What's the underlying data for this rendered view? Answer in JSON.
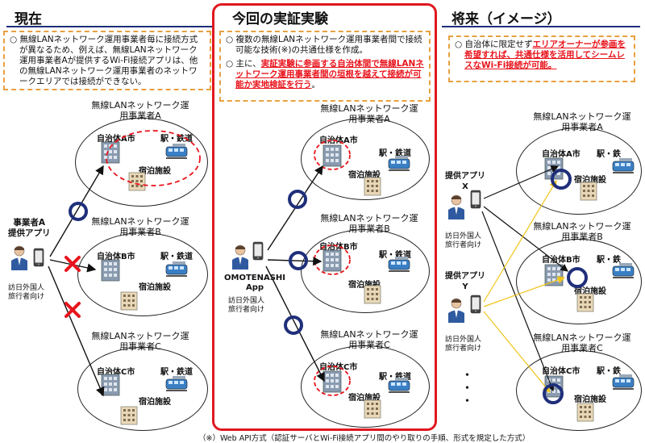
{
  "headings": {
    "current": "現在",
    "trial": "今回の実証実験",
    "future": "将来（イメージ）"
  },
  "notes": {
    "current": {
      "bullet": "○",
      "text": "無線LANネットワーク運用事業者毎に接続方式が異なるため、例えば、無線LANネットワーク運用事業者Aが提供するWi-Fi接続アプリは、他の無線LANネットワーク運用事業者のネットワークエリアでは接続ができない。"
    },
    "trial": [
      {
        "bullet": "○",
        "parts": [
          {
            "t": "複数の無線LANネットワーク運用事業者間で接続可能な技術(※)の共通仕様を作成。",
            "red": false
          }
        ]
      },
      {
        "bullet": "○",
        "parts": [
          {
            "t": "主に、",
            "red": false
          },
          {
            "t": "実証実験に参画する自治体間で無線LANネットワーク運用事業者間の垣根を越えて接続が可能か実地検証を行う",
            "red": true
          },
          {
            "t": "。",
            "red": false
          }
        ]
      }
    ],
    "future": {
      "bullet": "○",
      "parts": [
        {
          "t": "自治体に限定せず",
          "red": false
        },
        {
          "t": "エリアオーナーが参画を希望すれば、共通仕様を活用してシームレスなWi-Fi接続が可能。",
          "red": true
        }
      ]
    }
  },
  "operators": {
    "a_name": "無線LANネットワーク運用事業者A",
    "b_name": "無線LANネットワーク運用事業者B",
    "c_name": "無線LANネットワーク運用事業者C"
  },
  "places": {
    "city_a": "自治体A市",
    "city_b": "自治体B市",
    "city_c": "自治体C市",
    "station": "駅・鉄道",
    "station_short": "駅・鉄",
    "lodging": "宿泊施設"
  },
  "apps": {
    "current": "事業者A\n提供アプリ",
    "trial": "OMOTENASHI\nApp",
    "future_x": "提供アプリ\nX",
    "future_y": "提供アプリ\nY",
    "audience": "訪日外国人\n旅行者向け",
    "dots": "・\n・\n・"
  },
  "footnote": "（※）Web API方式（認証サーバとWi-Fi接続アプリ間のやり取りの手順、形式を規定した方式）",
  "colors": {
    "red": "#e8141c",
    "navy": "#1f2f7a",
    "orange": "#e8a040",
    "gold": "#f0c419"
  }
}
